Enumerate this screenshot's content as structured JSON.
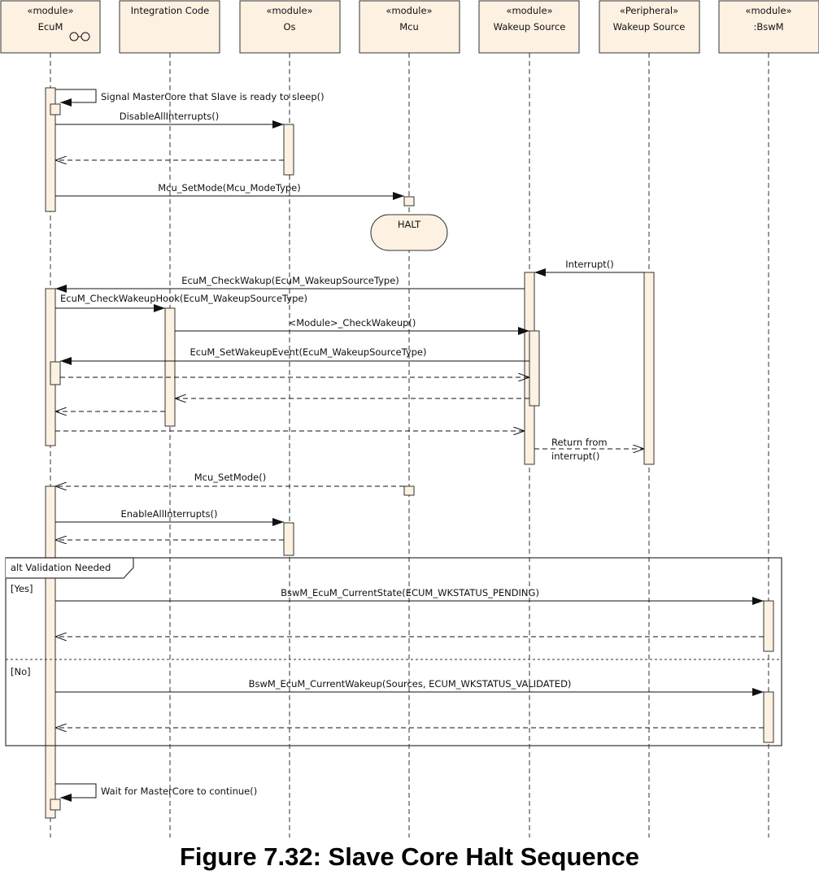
{
  "lifelines": [
    {
      "stereotype": "«module»",
      "name": "EcuM"
    },
    {
      "stereotype": "",
      "name": "Integration Code"
    },
    {
      "stereotype": "«module»",
      "name": "Os"
    },
    {
      "stereotype": "«module»",
      "name": "Mcu"
    },
    {
      "stereotype": "«module»",
      "name": "Wakeup Source"
    },
    {
      "stereotype": "«Peripheral»",
      "name": "Wakeup Source"
    },
    {
      "stereotype": "«module»",
      "name": ":BswM"
    }
  ],
  "messages": [
    "Signal MasterCore that Slave is ready to sleep()",
    "DisableAllInterrupts()",
    "Mcu_SetMode(Mcu_ModeType)",
    "Interrupt()",
    "EcuM_CheckWakup(EcuM_WakeupSourceType)",
    "EcuM_CheckWakeupHook(EcuM_WakeupSourceType)",
    "<Module>_CheckWakeup()",
    "EcuM_SetWakeupEvent(EcuM_WakeupSourceType)",
    "Return from",
    "interrupt()",
    "Mcu_SetMode()",
    "EnableAllInterrupts()",
    "BswM_EcuM_CurrentState(ECUM_WKSTATUS_PENDING)",
    "BswM_EcuM_CurrentWakeup(Sources, ECUM_WKSTATUS_VALIDATED)",
    "Wait for MasterCore to continue()"
  ],
  "state_label": "HALT",
  "alt_label": "alt Validation Needed",
  "guards": [
    "[Yes]",
    "[No]"
  ],
  "caption": "Figure 7.32: Slave Core Halt Sequence"
}
